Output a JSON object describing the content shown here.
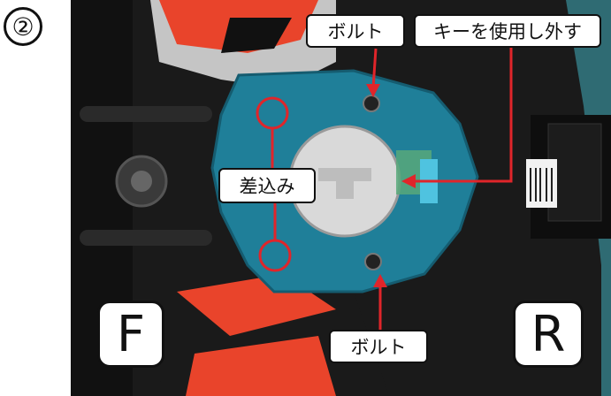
{
  "step_number": "②",
  "labels": {
    "bolt_top": "ボルト",
    "remove_with_key": "キーを使用し外す",
    "insert": "差込み",
    "bolt_bottom": "ボルト"
  },
  "orientation": {
    "front": "F",
    "rear": "R"
  },
  "colors": {
    "cover_blue": "#1f7f99",
    "callout_red": "#e0252a",
    "fairing_red": "#e9442b",
    "body_black": "#1a1a1a"
  }
}
